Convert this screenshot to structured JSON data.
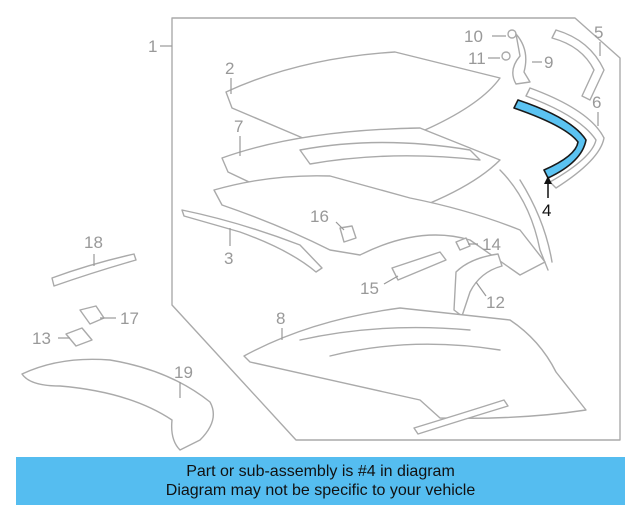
{
  "callouts": {
    "c1": "1",
    "c2": "2",
    "c3": "3",
    "c4": "4",
    "c5": "5",
    "c6": "6",
    "c7": "7",
    "c8": "8",
    "c9": "9",
    "c10": "10",
    "c11": "11",
    "c12": "12",
    "c13": "13",
    "c14": "14",
    "c15": "15",
    "c16": "16",
    "c17": "17",
    "c18": "18",
    "c19": "19"
  },
  "highlight": {
    "part_number": "4",
    "color": "#5bc3f2"
  },
  "banner": {
    "line1": "Part or sub-assembly is #4 in diagram",
    "line2": "Diagram may not be specific to your vehicle",
    "color": "#55bdf0"
  }
}
